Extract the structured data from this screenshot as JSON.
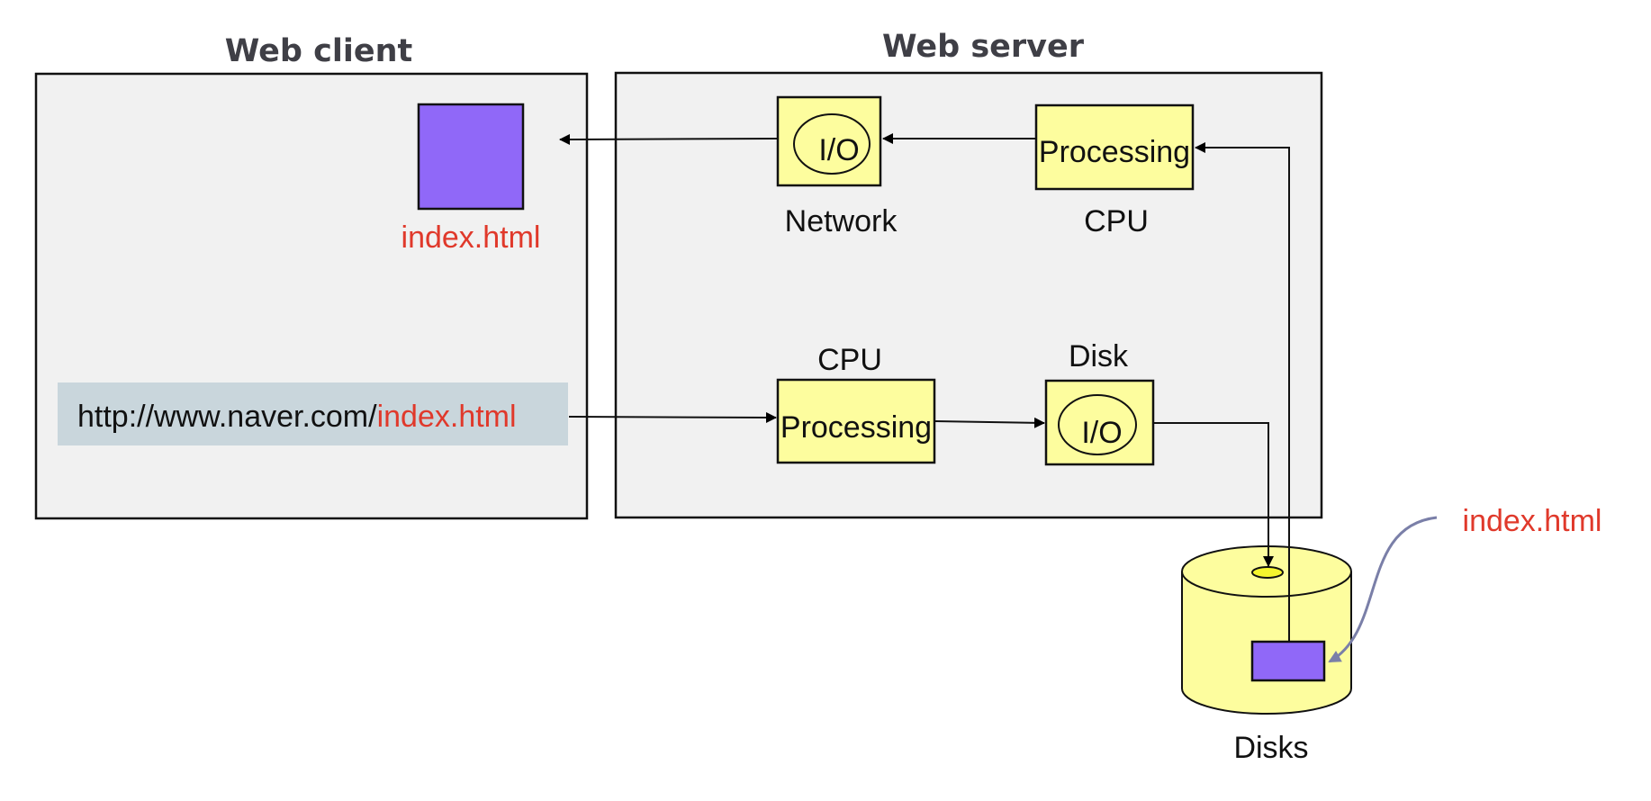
{
  "client": {
    "title": "Web client",
    "file_label": "index.html",
    "url_prefix": "http://www.naver.com/",
    "url_file": "index.html"
  },
  "server": {
    "title": "Web server",
    "network_io": "I/O",
    "network_label": "Network",
    "cpu_top_box": "Processing",
    "cpu_top_label": "CPU",
    "cpu_bottom_label": "CPU",
    "cpu_bottom_box": "Processing",
    "disk_label": "Disk",
    "disk_io": "I/O"
  },
  "storage": {
    "label": "Disks",
    "file_label": "index.html"
  },
  "colors": {
    "panel_bg": "#f1f1f1",
    "box_fill": "#fdfd9e",
    "file_fill": "#9068f8",
    "url_bg": "#c9d6dc",
    "highlight": "#e0392b",
    "callout_arrow": "#7a7fa8"
  }
}
